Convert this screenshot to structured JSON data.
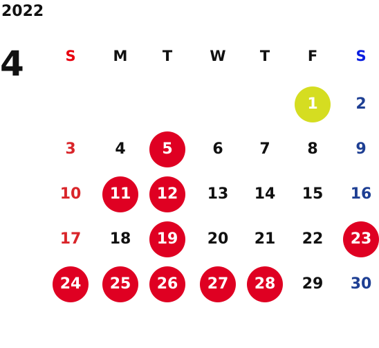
{
  "calendar": {
    "year": "2022",
    "month": "4",
    "weekdays": [
      "S",
      "M",
      "T",
      "W",
      "T",
      "F",
      "S"
    ],
    "weeks": [
      [
        null,
        null,
        null,
        null,
        null,
        {
          "day": "1",
          "style": "yellow"
        },
        {
          "day": "2",
          "style": "sat"
        }
      ],
      [
        {
          "day": "3",
          "style": "sun"
        },
        {
          "day": "4",
          "style": "normal"
        },
        {
          "day": "5",
          "style": "red"
        },
        {
          "day": "6",
          "style": "normal"
        },
        {
          "day": "7",
          "style": "normal"
        },
        {
          "day": "8",
          "style": "normal"
        },
        {
          "day": "9",
          "style": "sat"
        }
      ],
      [
        {
          "day": "10",
          "style": "sun"
        },
        {
          "day": "11",
          "style": "red"
        },
        {
          "day": "12",
          "style": "red"
        },
        {
          "day": "13",
          "style": "normal"
        },
        {
          "day": "14",
          "style": "normal"
        },
        {
          "day": "15",
          "style": "normal"
        },
        {
          "day": "16",
          "style": "sat"
        }
      ],
      [
        {
          "day": "17",
          "style": "sun"
        },
        {
          "day": "18",
          "style": "normal"
        },
        {
          "day": "19",
          "style": "red"
        },
        {
          "day": "20",
          "style": "normal"
        },
        {
          "day": "21",
          "style": "normal"
        },
        {
          "day": "22",
          "style": "normal"
        },
        {
          "day": "23",
          "style": "red"
        }
      ],
      [
        {
          "day": "24",
          "style": "red"
        },
        {
          "day": "25",
          "style": "red"
        },
        {
          "day": "26",
          "style": "red"
        },
        {
          "day": "27",
          "style": "red"
        },
        {
          "day": "28",
          "style": "red"
        },
        {
          "day": "29",
          "style": "normal"
        },
        {
          "day": "30",
          "style": "sat"
        }
      ]
    ]
  },
  "colors": {
    "sunday_header": "#e8000f",
    "saturday_header": "#0a1ee0",
    "sunday_text": "#d9252a",
    "saturday_text": "#1e3f93",
    "normal_text": "#111111",
    "highlight_red": "#df0022",
    "highlight_yellow": "#d5dd21",
    "highlight_text": "#ffffff"
  }
}
